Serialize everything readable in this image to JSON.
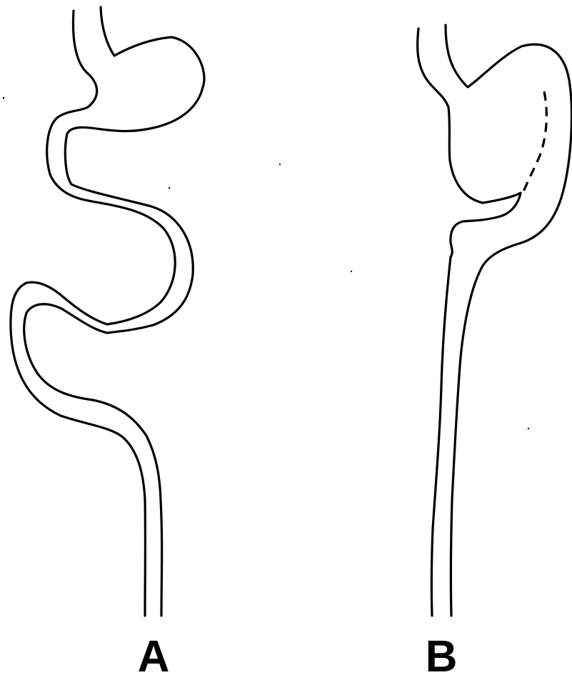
{
  "figure": {
    "panels": [
      {
        "id": "A",
        "label": "A"
      },
      {
        "id": "B",
        "label": "B"
      }
    ],
    "stroke_color": "#000000",
    "background_color": "#ffffff"
  }
}
